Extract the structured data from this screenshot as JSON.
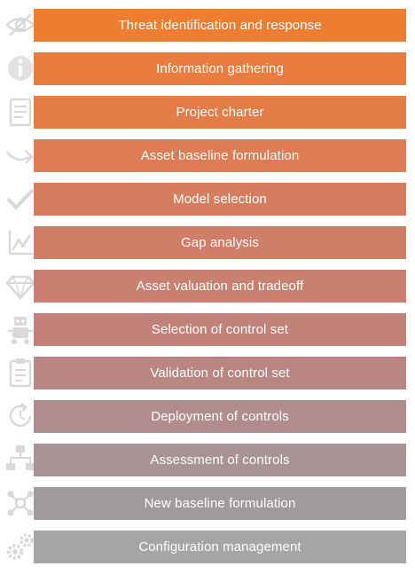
{
  "steps": [
    {
      "label": "Threat identification and response",
      "icon": "eye-slash-icon",
      "color": "#ED7D31"
    },
    {
      "label": "Information gathering",
      "icon": "info-icon",
      "color": "#E97C3E"
    },
    {
      "label": "Project charter",
      "icon": "document-icon",
      "color": "#E47C48"
    },
    {
      "label": "Asset baseline formulation",
      "icon": "arrow-curve-icon",
      "color": "#DD7C55"
    },
    {
      "label": "Model selection",
      "icon": "checkmark-icon",
      "color": "#D67D5F"
    },
    {
      "label": "Gap analysis",
      "icon": "chart-line-icon",
      "color": "#D07E68"
    },
    {
      "label": "Asset valuation and tradeoff",
      "icon": "diamond-icon",
      "color": "#C98071"
    },
    {
      "label": "Selection of control set",
      "icon": "robot-icon",
      "color": "#C28279"
    },
    {
      "label": "Validation of control set",
      "icon": "clipboard-icon",
      "color": "#BA8681"
    },
    {
      "label": "Deployment of controls",
      "icon": "refresh-icon",
      "color": "#B18C8C"
    },
    {
      "label": "Assessment of controls",
      "icon": "flowchart-icon",
      "color": "#A99293"
    },
    {
      "label": "New baseline formulation",
      "icon": "network-icon",
      "color": "#A19A9A"
    },
    {
      "label": "Configuration management",
      "icon": "gears-icon",
      "color": "#A5A5A5"
    }
  ],
  "icon_color": "#d9d9d9"
}
